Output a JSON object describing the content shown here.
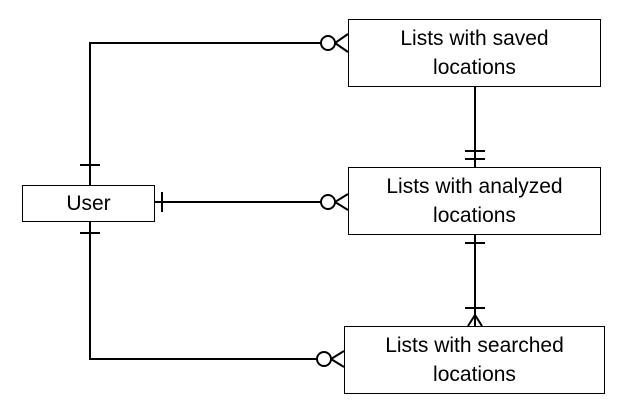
{
  "diagram": {
    "entities": {
      "user": "User",
      "saved": "Lists with saved\nlocations",
      "analyzed": "Lists with analyzed\nlocations",
      "searched": "Lists with searched\nlocations"
    },
    "relationships": [
      {
        "from": "User",
        "to": "Lists with saved\nlocations",
        "from_cardinality": "one",
        "to_cardinality": "zero-or-many"
      },
      {
        "from": "User",
        "to": "Lists with analyzed\nlocations",
        "from_cardinality": "one",
        "to_cardinality": "zero-or-many"
      },
      {
        "from": "User",
        "to": "Lists with searched\nlocations",
        "from_cardinality": "one",
        "to_cardinality": "zero-or-many"
      },
      {
        "from": "Lists with saved\nlocations",
        "to": "Lists with analyzed\nlocations",
        "from_cardinality": "",
        "to_cardinality": "one-and-only-one"
      },
      {
        "from": "Lists with analyzed\nlocations",
        "to": "Lists with searched\nlocations",
        "from_cardinality": "one",
        "to_cardinality": "one-or-many"
      }
    ]
  }
}
